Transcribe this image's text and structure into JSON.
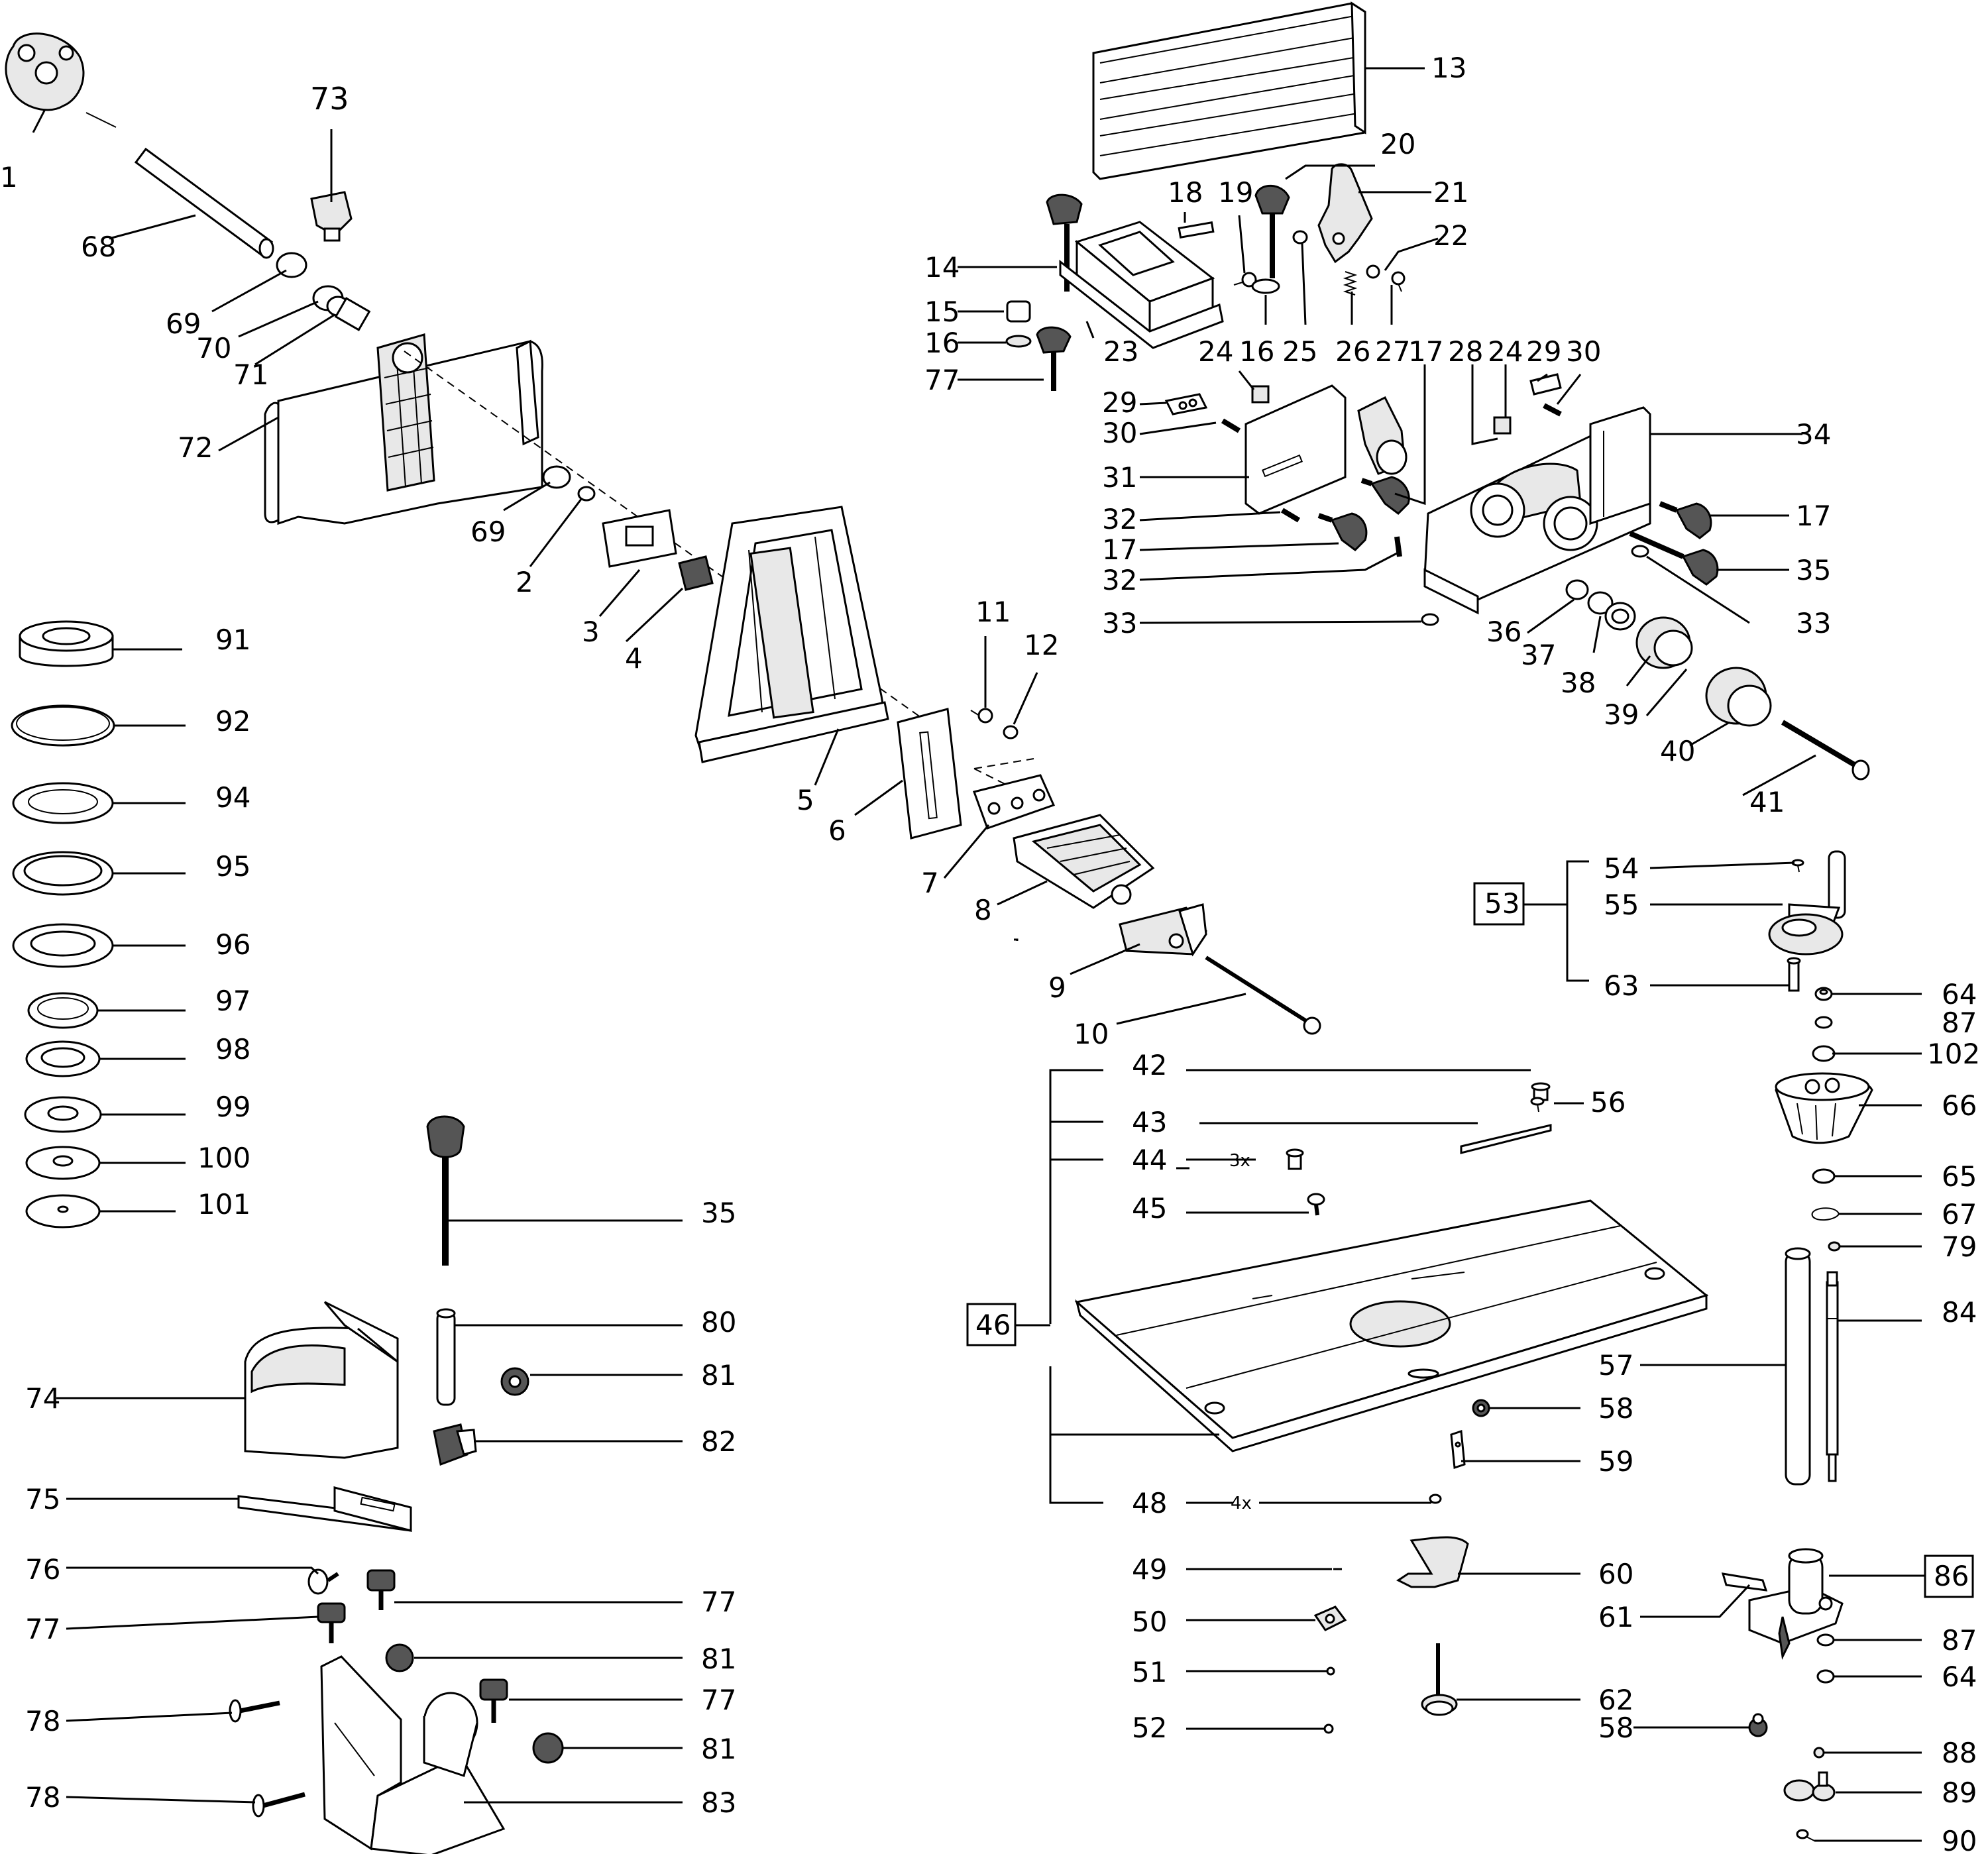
{
  "diagram": {
    "labels": {
      "p1": "1",
      "p2": "2",
      "p3": "3",
      "p4": "4",
      "p5": "5",
      "p6": "6",
      "p7": "7",
      "p8": "8",
      "p9": "9",
      "p10": "10",
      "p11": "11",
      "p12": "12",
      "p13": "13",
      "p14": "14",
      "p15": "15",
      "p16a": "16",
      "p16b": "16",
      "p17a": "17",
      "p17b": "17",
      "p17c": "17",
      "p18": "18",
      "p19": "19",
      "p20": "20",
      "p21": "21",
      "p22": "22",
      "p23": "23",
      "p24a": "24",
      "p24b": "24",
      "p25": "25",
      "p26": "26",
      "p27": "27",
      "p28": "28",
      "p29a": "29",
      "p29b": "29",
      "p30a": "30",
      "p30b": "30",
      "p31": "31",
      "p32a": "32",
      "p32b": "32",
      "p33a": "33",
      "p33b": "33",
      "p34": "34",
      "p35a": "35",
      "p35b": "35",
      "p36": "36",
      "p37": "37",
      "p38": "38",
      "p39": "39",
      "p40": "40",
      "p41": "41",
      "p42": "42",
      "p43": "43",
      "p44": "44",
      "p45": "45",
      "p46": "46",
      "p48": "48",
      "p49": "49",
      "p50": "50",
      "p51": "51",
      "p52": "52",
      "p53": "53",
      "p54": "54",
      "p55": "55",
      "p56": "56",
      "p57": "57",
      "p58a": "58",
      "p58b": "58",
      "p59": "59",
      "p60": "60",
      "p61": "61",
      "p62": "62",
      "p63": "63",
      "p64a": "64",
      "p64b": "64",
      "p65": "65",
      "p66": "66",
      "p67": "67",
      "p68": "68",
      "p69a": "69",
      "p69b": "69",
      "p70": "70",
      "p71": "71",
      "p72": "72",
      "p73": "73",
      "p74": "74",
      "p75": "75",
      "p76": "76",
      "p77a": "77",
      "p77b": "77",
      "p77c": "77",
      "p77d": "77",
      "p78a": "78",
      "p78b": "78",
      "p79": "79",
      "p80": "80",
      "p81a": "81",
      "p81b": "81",
      "p81c": "81",
      "p82": "82",
      "p83": "83",
      "p84": "84",
      "p86": "86",
      "p87a": "87",
      "p87b": "87",
      "p88": "88",
      "p89": "89",
      "p90": "90",
      "p91": "91",
      "p92": "92",
      "p94": "94",
      "p95": "95",
      "p96": "96",
      "p97": "97",
      "p98": "98",
      "p99": "99",
      "p100": "100",
      "p101": "101",
      "p102": "102"
    },
    "quantities": {
      "q44": "3x",
      "q48": "4x"
    }
  }
}
